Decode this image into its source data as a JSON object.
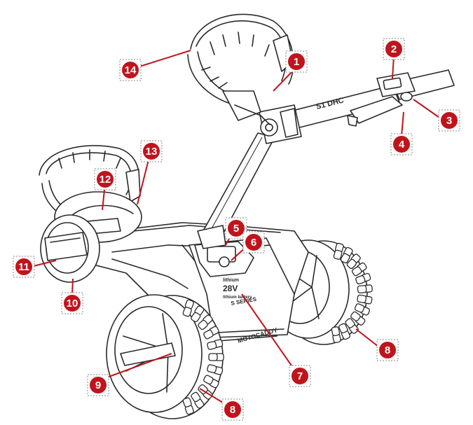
{
  "callouts": [
    "1",
    "2",
    "3",
    "4",
    "5",
    "6",
    "7",
    "8",
    "8",
    "9",
    "10",
    "11",
    "12",
    "13",
    "14"
  ],
  "product": {
    "handle_logo": "S1 DHC",
    "panel_line1": "lithium",
    "panel_voltage": "28V",
    "panel_line3": "lithium battery",
    "series_label": "S SERIES",
    "brand_name": "MOTOCADDY"
  },
  "colors": {
    "callout": "#c0141c",
    "line": "#2a2a2a"
  }
}
